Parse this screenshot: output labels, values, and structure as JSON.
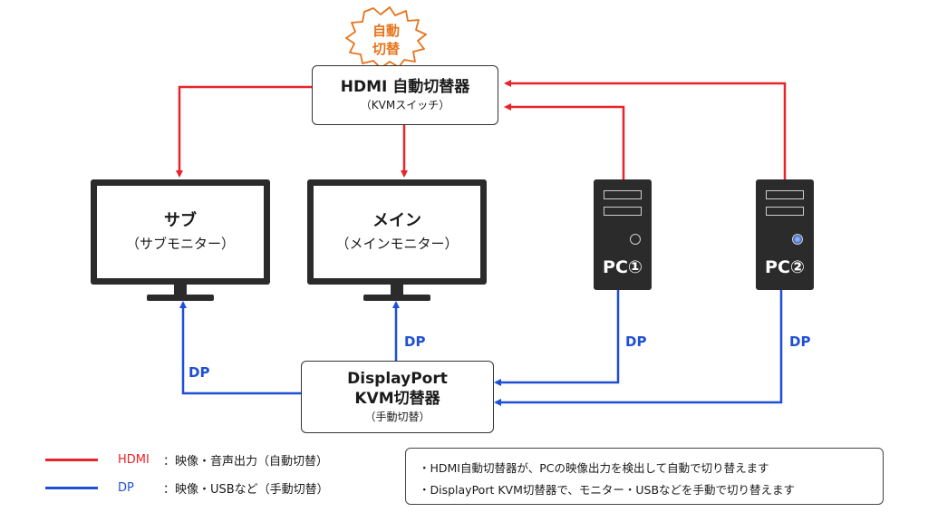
{
  "burst": {
    "label_line1": "自動",
    "label_line2": "切替",
    "color": "#e8731a"
  },
  "hdmi_switch": {
    "title": "HDMI 自動切替器",
    "subtitle": "（KVMスイッチ）"
  },
  "kvm_switch": {
    "title_line1": "DisplayPort",
    "title_line2": "KVM切替器",
    "subtitle": "（手動切替）"
  },
  "monitors": {
    "sub": {
      "title": "サブ",
      "subtitle": "（サブモニター）"
    },
    "main": {
      "title": "メイン",
      "subtitle": "（メインモニター）"
    }
  },
  "pcs": {
    "pc1": {
      "label": "PC①"
    },
    "pc2": {
      "label": "PC②"
    }
  },
  "connection_labels": {
    "dp_sub": "DP",
    "dp_main": "DP",
    "dp_pc1": "DP",
    "dp_pc2": "DP"
  },
  "legend": {
    "hdmi": {
      "name": "HDMI",
      "description": "：映像・音声出力（自動切替）",
      "color": "#e8242a"
    },
    "dp": {
      "name": "DP",
      "description": "：映像・USBなど（手動切替）",
      "color": "#1f4fd6"
    }
  },
  "notes": [
    "・HDMI自動切替器が、PCの映像出力を検出して自動で切り替えます",
    "・DisplayPort KVM切替器で、モニター・USBなどを手動で切り替えます"
  ],
  "colors": {
    "hdmi_line": "#e8242a",
    "dp_line": "#1f4fd6",
    "device_dark": "#2b2b2b"
  }
}
